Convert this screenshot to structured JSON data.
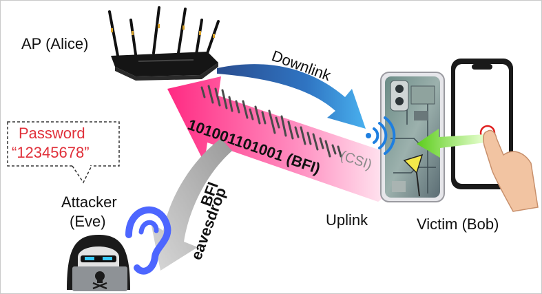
{
  "labels": {
    "ap": "AP (Alice)",
    "downlink": "Downlink",
    "uplink": "Uplink",
    "victim": "Victim (Bob)",
    "attacker_line1": "Attacker",
    "attacker_line2": "(Eve)",
    "password_title": "Password",
    "password_value": "“12345678”",
    "bits": "101001101001 (BFI)",
    "csi": "(CSI)",
    "bfi": "BFI",
    "eavesdrop": "eavesdrop"
  },
  "colors": {
    "downlink_start": "#2a4d8f",
    "downlink_end": "#44a6e6",
    "uplink_start": "#ff2f86",
    "uplink_end": "#fff0f6",
    "eavesdrop_gray": "#a9a9a9",
    "ear": "#4d66ff",
    "password_red": "#e0303a",
    "tap_circle": "#e02020",
    "wifi": "#1f7fe0",
    "green_arrow": "#6fd22a"
  },
  "icons": [
    "router-icon",
    "phone-icon",
    "smartphone-icon",
    "hand-icon",
    "wifi-icon",
    "ear-icon",
    "hacker-icon",
    "laptop-icon",
    "skull-icon",
    "signal-waveform"
  ]
}
